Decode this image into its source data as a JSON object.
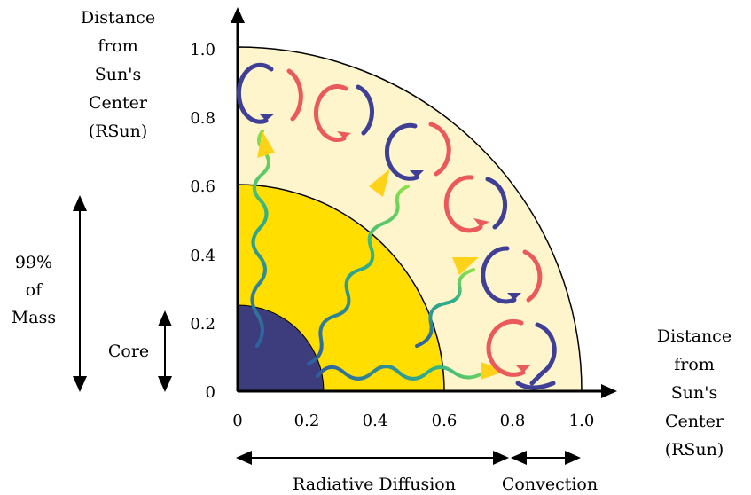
{
  "y_axis_label": [
    "Distance",
    "from",
    "Sun's",
    "Center",
    "(RSun)"
  ],
  "x_axis_label": [
    "Distance",
    "from",
    "Sun's",
    "Center",
    "(RSun)"
  ],
  "y_ticks": [
    "0",
    "0.2",
    "0.4",
    "0.6",
    "0.8",
    "1.0"
  ],
  "x_ticks": [
    "0",
    "0.2",
    "0.4",
    "0.6",
    "0.8",
    "1.0"
  ],
  "mass_label": [
    "99%",
    "of",
    "Mass"
  ],
  "core_label": "Core",
  "radiative_label": "Radiative Diffusion",
  "convection_label": "Convection",
  "zones": {
    "core_radius": 0.25,
    "radiative_radius": 0.6,
    "convection_radius": 1.0
  },
  "colors": {
    "core": "#3d3d7e",
    "radiative": "#ffde00",
    "convection": "#fff5cc",
    "cell_blue": "#3f3f95",
    "cell_red": "#ea5a5a",
    "photon_arrow": "#ffd21a"
  }
}
